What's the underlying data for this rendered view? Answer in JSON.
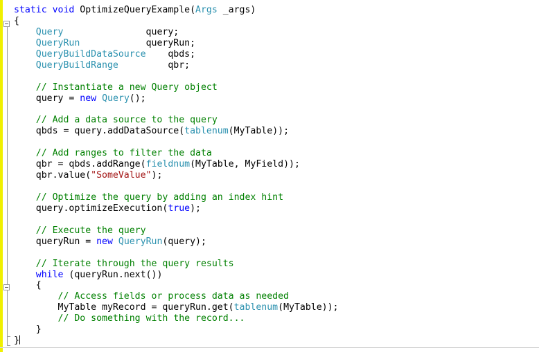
{
  "editor": {
    "colors": {
      "keyword": "#0000ff",
      "type": "#2b91af",
      "comment": "#008000",
      "string": "#a31515",
      "change_bar": "#f0f000"
    },
    "lines": [
      [
        {
          "t": "static",
          "c": "kw"
        },
        {
          "t": " "
        },
        {
          "t": "void",
          "c": "kw"
        },
        {
          "t": " OptimizeQueryExample("
        },
        {
          "t": "Args",
          "c": "ty"
        },
        {
          "t": " _args)"
        }
      ],
      [
        {
          "t": "{"
        }
      ],
      [
        {
          "t": "    "
        },
        {
          "t": "Query",
          "c": "ty"
        },
        {
          "t": "               query;"
        }
      ],
      [
        {
          "t": "    "
        },
        {
          "t": "QueryRun",
          "c": "ty"
        },
        {
          "t": "            queryRun;"
        }
      ],
      [
        {
          "t": "    "
        },
        {
          "t": "QueryBuildDataSource",
          "c": "ty"
        },
        {
          "t": "    qbds;"
        }
      ],
      [
        {
          "t": "    "
        },
        {
          "t": "QueryBuildRange",
          "c": "ty"
        },
        {
          "t": "         qbr;"
        }
      ],
      [
        {
          "t": ""
        }
      ],
      [
        {
          "t": "    "
        },
        {
          "t": "// Instantiate a new Query object",
          "c": "cm"
        }
      ],
      [
        {
          "t": "    query = "
        },
        {
          "t": "new",
          "c": "kw"
        },
        {
          "t": " "
        },
        {
          "t": "Query",
          "c": "ty"
        },
        {
          "t": "();"
        }
      ],
      [
        {
          "t": ""
        }
      ],
      [
        {
          "t": "    "
        },
        {
          "t": "// Add a data source to the query",
          "c": "cm"
        }
      ],
      [
        {
          "t": "    qbds = query.addDataSource("
        },
        {
          "t": "tablenum",
          "c": "ty"
        },
        {
          "t": "(MyTable));"
        }
      ],
      [
        {
          "t": ""
        }
      ],
      [
        {
          "t": "    "
        },
        {
          "t": "// Add ranges to filter the data",
          "c": "cm"
        }
      ],
      [
        {
          "t": "    qbr = qbds.addRange("
        },
        {
          "t": "fieldnum",
          "c": "ty"
        },
        {
          "t": "(MyTable, MyField));"
        }
      ],
      [
        {
          "t": "    qbr.value("
        },
        {
          "t": "\"SomeValue\"",
          "c": "st"
        },
        {
          "t": ");"
        }
      ],
      [
        {
          "t": ""
        }
      ],
      [
        {
          "t": "    "
        },
        {
          "t": "// Optimize the query by adding an index hint",
          "c": "cm"
        }
      ],
      [
        {
          "t": "    query.optimizeExecution("
        },
        {
          "t": "true",
          "c": "kw"
        },
        {
          "t": ");"
        }
      ],
      [
        {
          "t": ""
        }
      ],
      [
        {
          "t": "    "
        },
        {
          "t": "// Execute the query",
          "c": "cm"
        }
      ],
      [
        {
          "t": "    queryRun = "
        },
        {
          "t": "new",
          "c": "kw"
        },
        {
          "t": " "
        },
        {
          "t": "QueryRun",
          "c": "ty"
        },
        {
          "t": "(query);"
        }
      ],
      [
        {
          "t": ""
        }
      ],
      [
        {
          "t": "    "
        },
        {
          "t": "// Iterate through the query results",
          "c": "cm"
        }
      ],
      [
        {
          "t": "    "
        },
        {
          "t": "while",
          "c": "kw"
        },
        {
          "t": " (queryRun.next())"
        }
      ],
      [
        {
          "t": "    {"
        }
      ],
      [
        {
          "t": "        "
        },
        {
          "t": "// Access fields or process data as needed",
          "c": "cm"
        }
      ],
      [
        {
          "t": "        MyTable myRecord = queryRun.get("
        },
        {
          "t": "tablenum",
          "c": "ty"
        },
        {
          "t": "(MyTable));"
        }
      ],
      [
        {
          "t": "        "
        },
        {
          "t": "// Do something with the record...",
          "c": "cm"
        }
      ],
      [
        {
          "t": "    }"
        }
      ],
      [
        {
          "t": "}"
        }
      ]
    ]
  }
}
